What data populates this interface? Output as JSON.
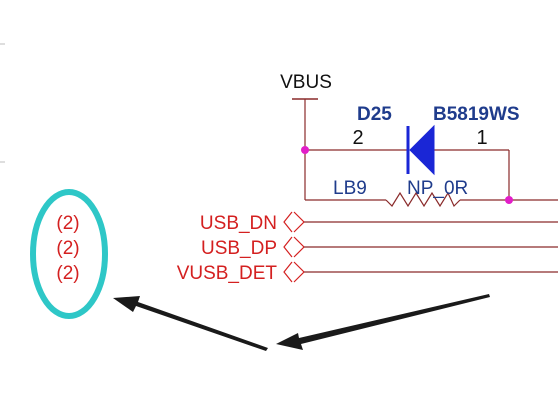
{
  "schematic": {
    "power_net": "VBUS",
    "diode": {
      "refdes": "D25",
      "part": "B5819WS",
      "pin_left": "2",
      "pin_right": "1"
    },
    "bead": {
      "refdes": "LB9",
      "value": "NP_0R"
    },
    "ports": [
      {
        "name": "USB_DN",
        "sheet_ref": "(2)"
      },
      {
        "name": "USB_DP",
        "sheet_ref": "(2)"
      },
      {
        "name": "VUSB_DET",
        "sheet_ref": "(2)"
      }
    ],
    "colors": {
      "wire": "#8a2a2a",
      "net_label": "#d42020",
      "refdes": "#1f3c8c",
      "junction": "#e21ec8",
      "diode_fill": "#1a26d6",
      "annotation_ring": "#2ec7c7",
      "arrow": "#1a1a1a"
    }
  }
}
